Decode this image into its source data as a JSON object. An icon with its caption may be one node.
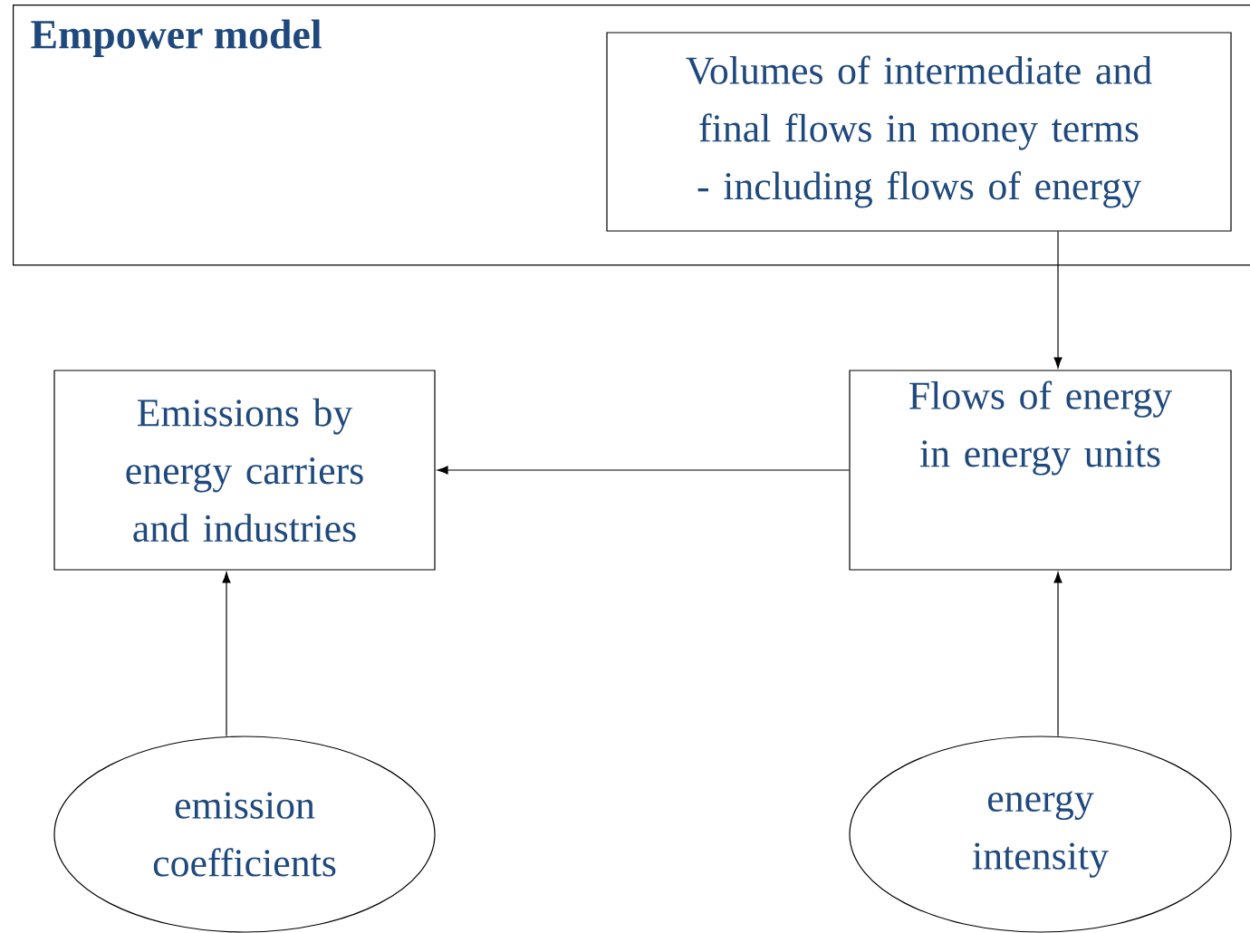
{
  "diagram": {
    "nodes": [
      {
        "text": [
          "Empower model"
        ]
      },
      {
        "text": [
          "Volumes of intermediate and final flows in money terms - including flows of energy"
        ],
        "in": 0
      },
      {
        "text": [
          "Emissions by energy carriers and industries"
        ]
      },
      {
        "text": [
          "Flows of energy in energy units"
        ]
      },
      {
        "text": [
          "emission coefficients"
        ]
      },
      {
        "text": [
          "energy intensity"
        ]
      }
    ],
    "edges": [
      {
        "from": 1,
        "to": 3,
        "arrow": "to"
      },
      {
        "from": 3,
        "to": 2,
        "arrow": "to"
      },
      {
        "from": 4,
        "to": 2,
        "arrow": "to"
      },
      {
        "from": 5,
        "to": 3,
        "arrow": "to"
      }
    ]
  }
}
